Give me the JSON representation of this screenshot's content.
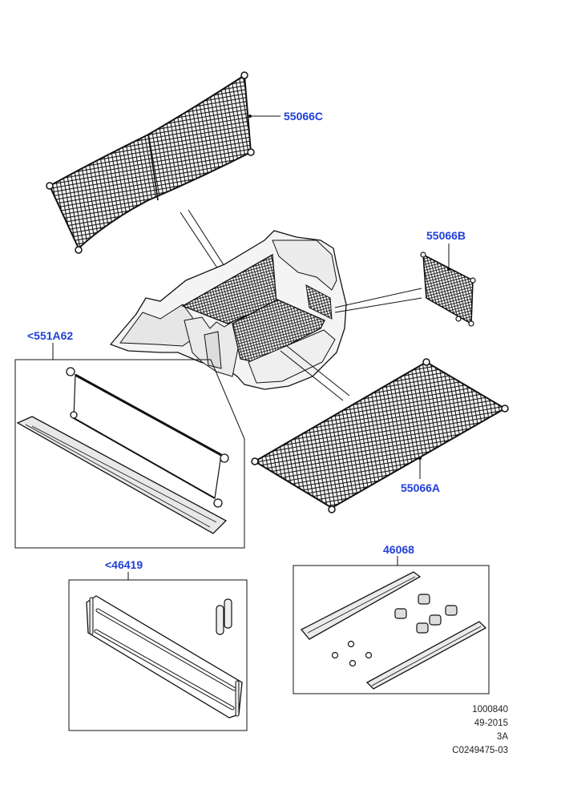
{
  "callouts": {
    "net_upper": "55066C",
    "net_side": "55066B",
    "net_floor": "55066A",
    "blind_kit": "<551A62",
    "partition_kit": "<46419",
    "rail_kit": "46068"
  },
  "footer": {
    "line1": "1000840",
    "line2": "49-2015",
    "line3": "3A",
    "line4": "C0249475-03"
  },
  "colors": {
    "callout": "#1f3fd8",
    "line": "#111111",
    "shade": "#e8e8e8"
  }
}
